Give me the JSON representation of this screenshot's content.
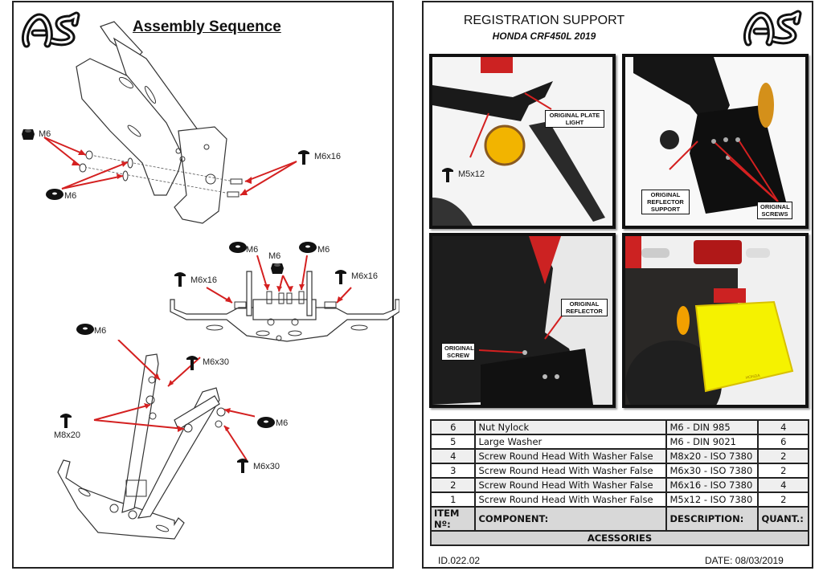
{
  "left_page": {
    "logo_text": "AS",
    "title": "Assembly Sequence",
    "labels": {
      "top_nut": "M6",
      "top_washer": "M6",
      "top_screw": "M6x16",
      "mid_washer_left": "M6",
      "mid_nut": "M6",
      "mid_washer_right": "M6",
      "mid_screw_left": "M6x16",
      "mid_screw_right": "M6x16",
      "bot_washer_top": "M6",
      "bot_screw_top": "M6x30",
      "bot_screw_left": "M8x20",
      "bot_washer_right": "M6",
      "bot_screw_right": "M6x30"
    }
  },
  "right_page": {
    "logo_text": "AS",
    "title": "REGISTRATION SUPPORT",
    "subtitle": "HONDA CRF450L 2019",
    "photos": [
      {
        "callouts": [
          "ORIGINAL PLATE LIGHT"
        ],
        "screw_label": "M5x12"
      },
      {
        "callouts": [
          "ORIGINAL REFLECTOR SUPPORT",
          "ORIGINAL SCREWS"
        ]
      },
      {
        "callouts": [
          "ORIGINAL REFLECTOR",
          "ORIGINAL SCREW"
        ]
      },
      {
        "plate_text": "HONDA"
      }
    ],
    "bom": {
      "rows": [
        {
          "item": "6",
          "component": "Nut Nylock",
          "description": "M6 - DIN 985",
          "quantity": "4"
        },
        {
          "item": "5",
          "component": "Large Washer",
          "description": "M6 - DIN 9021",
          "quantity": "6"
        },
        {
          "item": "4",
          "component": "Screw Round Head With Washer False",
          "description": "M8x20 - ISO 7380",
          "quantity": "2"
        },
        {
          "item": "3",
          "component": "Screw Round Head With Washer False",
          "description": "M6x30 - ISO 7380",
          "quantity": "2"
        },
        {
          "item": "2",
          "component": "Screw Round Head With Washer False",
          "description": "M6x16 - ISO 7380",
          "quantity": "4"
        },
        {
          "item": "1",
          "component": "Screw Round Head With Washer False",
          "description": "M5x12 - ISO 7380",
          "quantity": "2"
        }
      ],
      "headers": {
        "item": "ITEM Nº:",
        "component": "COMPONENT:",
        "description": "DESCRIPTION:",
        "quantity": "QUANT.:"
      },
      "section": "ACESSORIES"
    },
    "footer": {
      "id": "ID.022.02",
      "date": "DATE: 08/03/2019"
    }
  },
  "colors": {
    "arrow": "#d42020",
    "plate": "#f5f200",
    "reflector": "#f2b400"
  }
}
